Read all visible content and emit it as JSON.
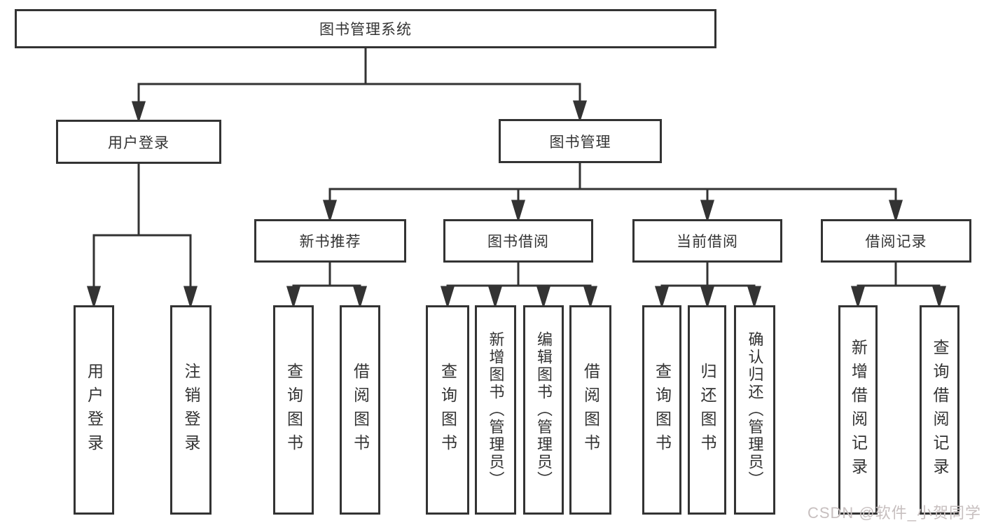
{
  "diagram": {
    "title": "图书管理系统",
    "nodes": {
      "root": "图书管理系统",
      "user_login": "用户登录",
      "book_mgmt": "图书管理",
      "new_books": "新书推荐",
      "book_borrow": "图书借阅",
      "current_borrow": "当前借阅",
      "borrow_records": "借阅记录",
      "leaf_user_login": "用户登录",
      "leaf_logout": "注销登录",
      "leaf_nb_query": "查询图书",
      "leaf_nb_borrow": "借阅图书",
      "leaf_bb_query": "查询图书",
      "leaf_bb_add": "新增图书（管理员）",
      "leaf_bb_edit": "编辑图书（管理员）",
      "leaf_bb_borrow": "借阅图书",
      "leaf_cb_query": "查询图书",
      "leaf_cb_return": "归还图书",
      "leaf_cb_confirm": "确认归还（管理员）",
      "leaf_br_add": "新增借阅记录",
      "leaf_br_query": "查询借阅记录"
    },
    "colors": {
      "line": "#333333",
      "box_border": "#333333",
      "text": "#333333",
      "background": "#ffffff",
      "watermark": "#c7bfbf"
    }
  },
  "watermark": "CSDN @软件_小贺同学"
}
